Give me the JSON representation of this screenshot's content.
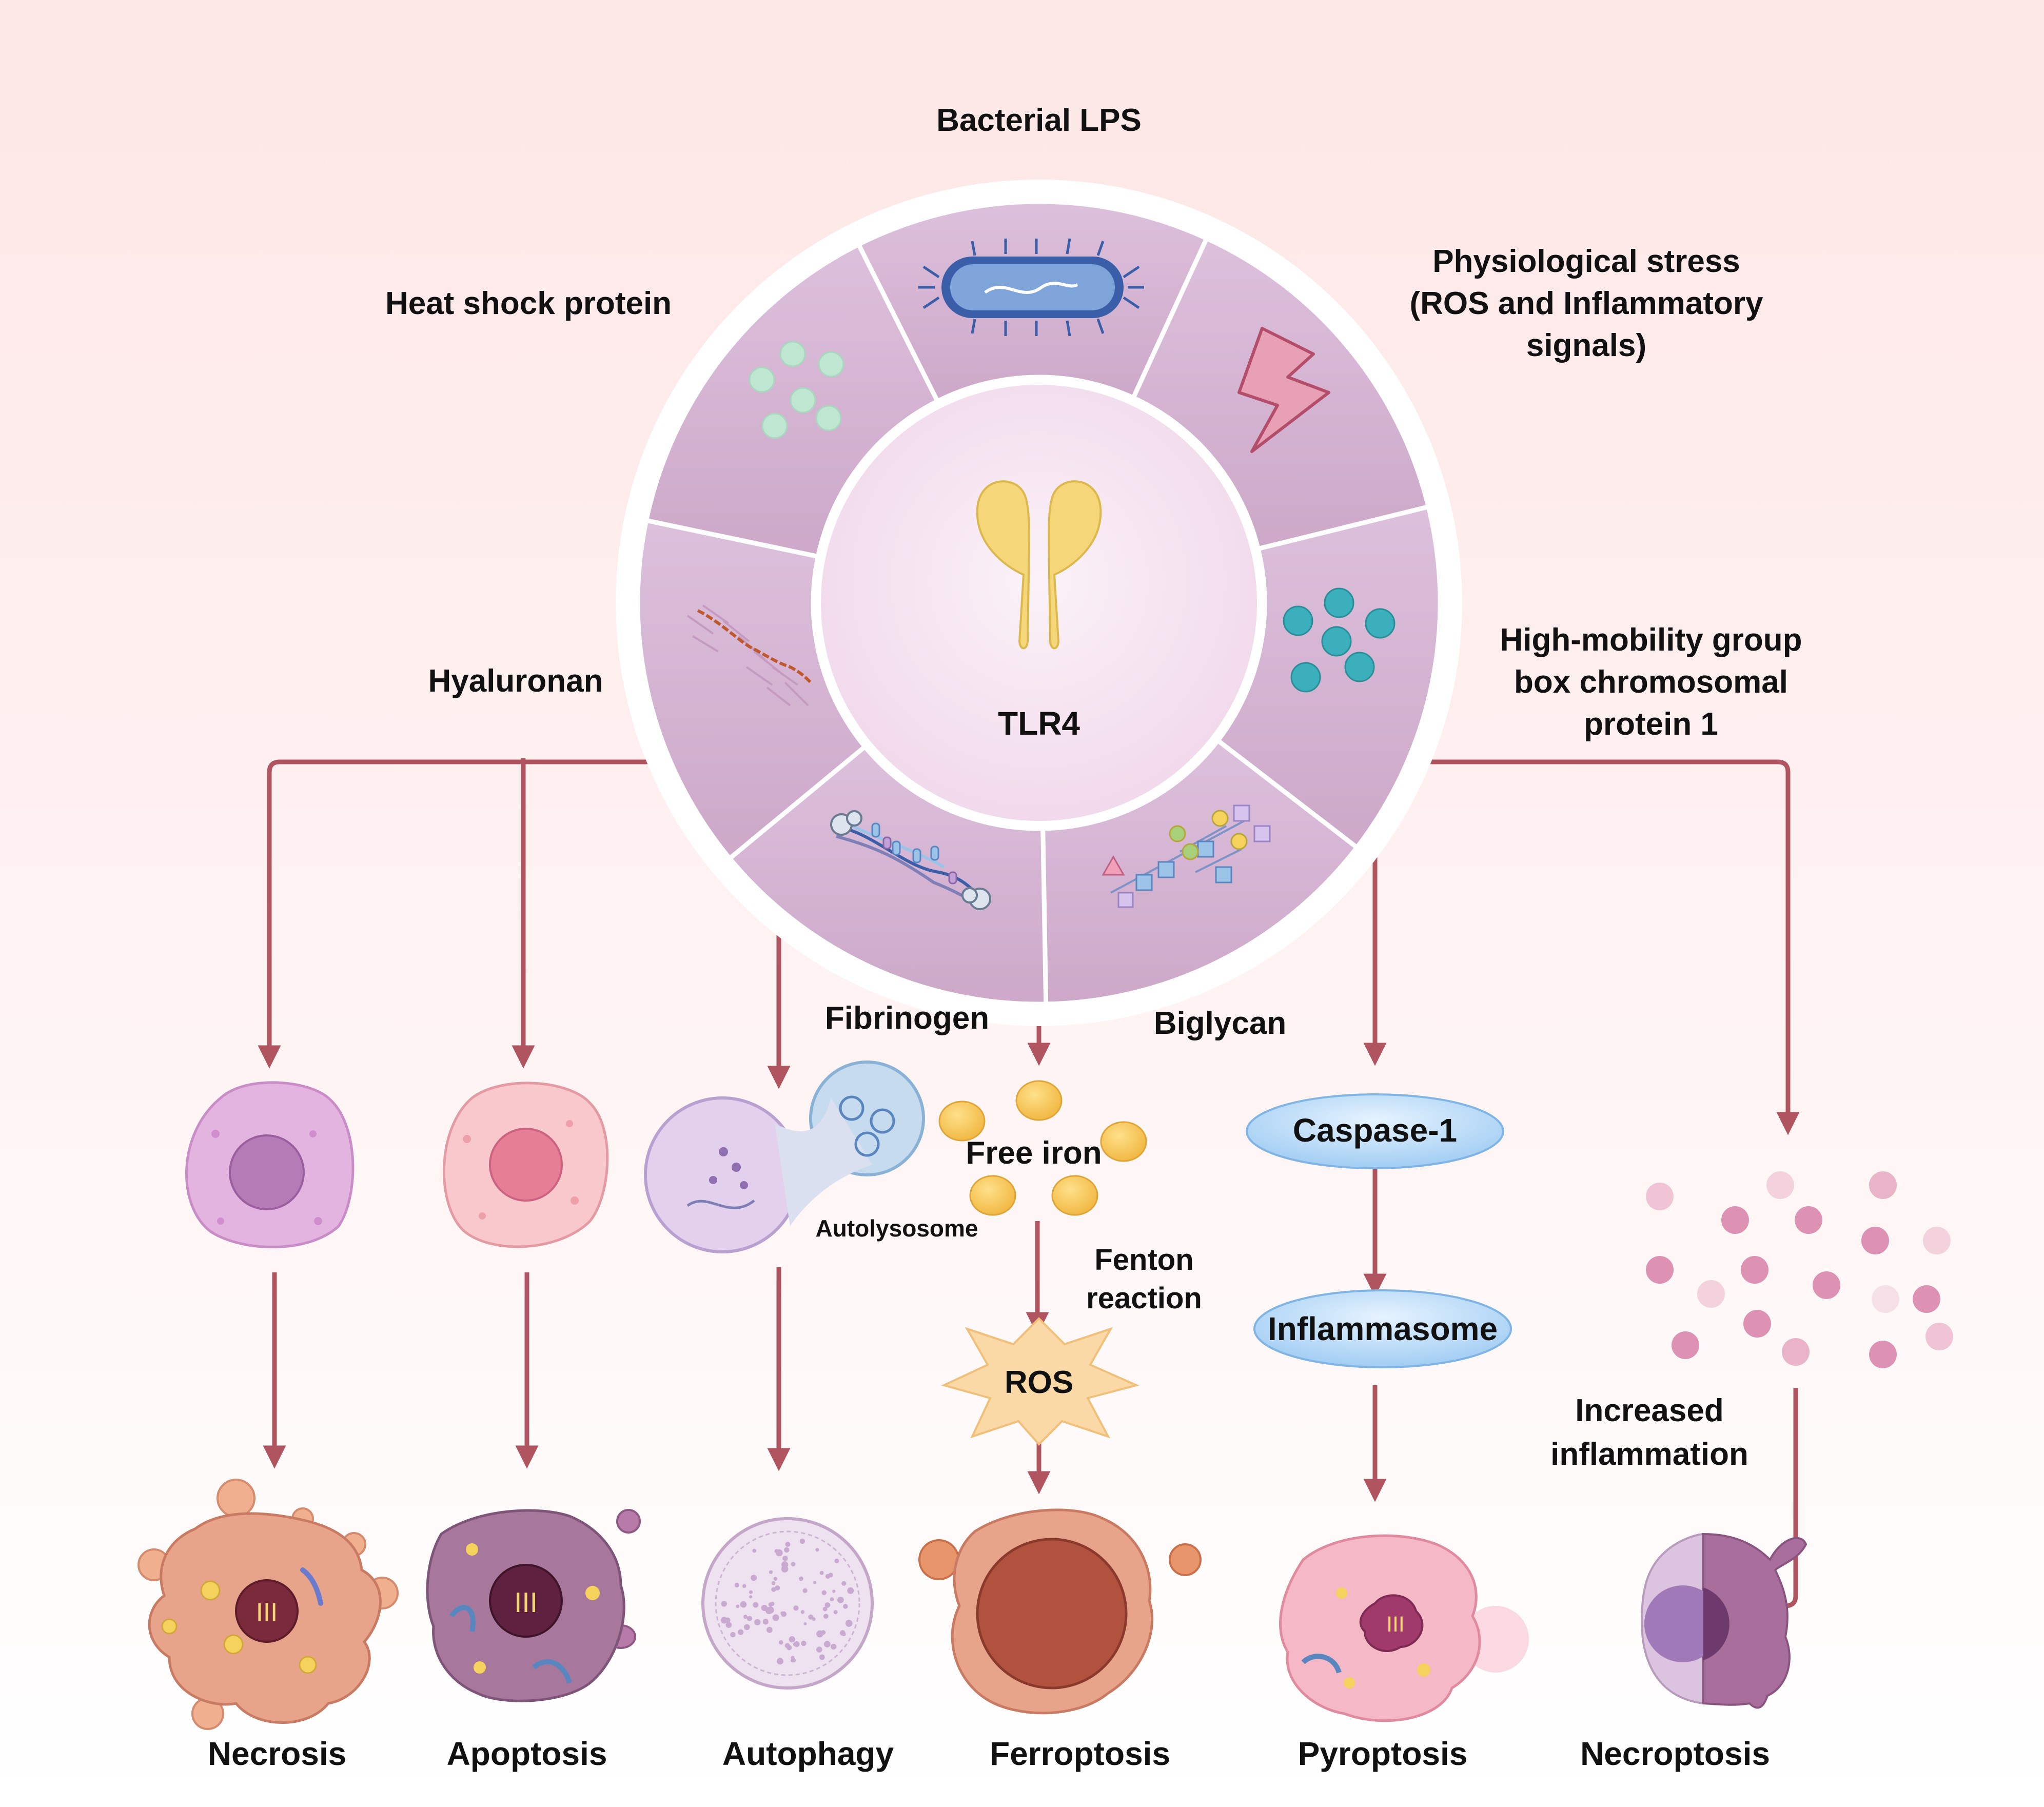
{
  "background": {
    "top": "#fde8e8",
    "bottom": "#ffffff"
  },
  "accent_colors": {
    "arrow": "#b05560",
    "wheel_segment": "#d6b5d0",
    "wheel_border": "#ffffff",
    "hub": "#f6e6f2",
    "receptor": "#f5d77a"
  },
  "wheel": {
    "center_label": "TLR4",
    "center_icon": "receptor-icon",
    "ligands": [
      {
        "label": "Bacterial LPS",
        "icon": "bacterium-icon"
      },
      {
        "label_lines": [
          "Physiological stress",
          "(ROS and Inflammatory",
          "signals)"
        ],
        "icon": "lightning-icon"
      },
      {
        "label_lines": [
          "High-mobility group",
          "box chromosomal",
          "protein 1"
        ],
        "icon": "teal-particles-icon"
      },
      {
        "label": "Biglycan",
        "icon": "glycan-chain-icon"
      },
      {
        "label": "Fibrinogen",
        "icon": "fibrinogen-molecule-icon"
      },
      {
        "label": "Hyaluronan",
        "icon": "hyaluronan-fiber-icon"
      },
      {
        "label": "Heat shock protein",
        "icon": "green-particles-icon"
      }
    ]
  },
  "intermediates": {
    "autolysosome": "Autolysosome",
    "free_iron": "Free iron",
    "fenton_lines": [
      "Fenton",
      "reaction"
    ],
    "ros": "ROS",
    "caspase": "Caspase-1",
    "inflammasome": "Inflammasome",
    "increased_inflammation_lines": [
      "Increased",
      "inflammation"
    ]
  },
  "outcomes": [
    "Necrosis",
    "Apoptosis",
    "Autophagy",
    "Ferroptosis",
    "Pyroptosis",
    "Necroptosis"
  ]
}
